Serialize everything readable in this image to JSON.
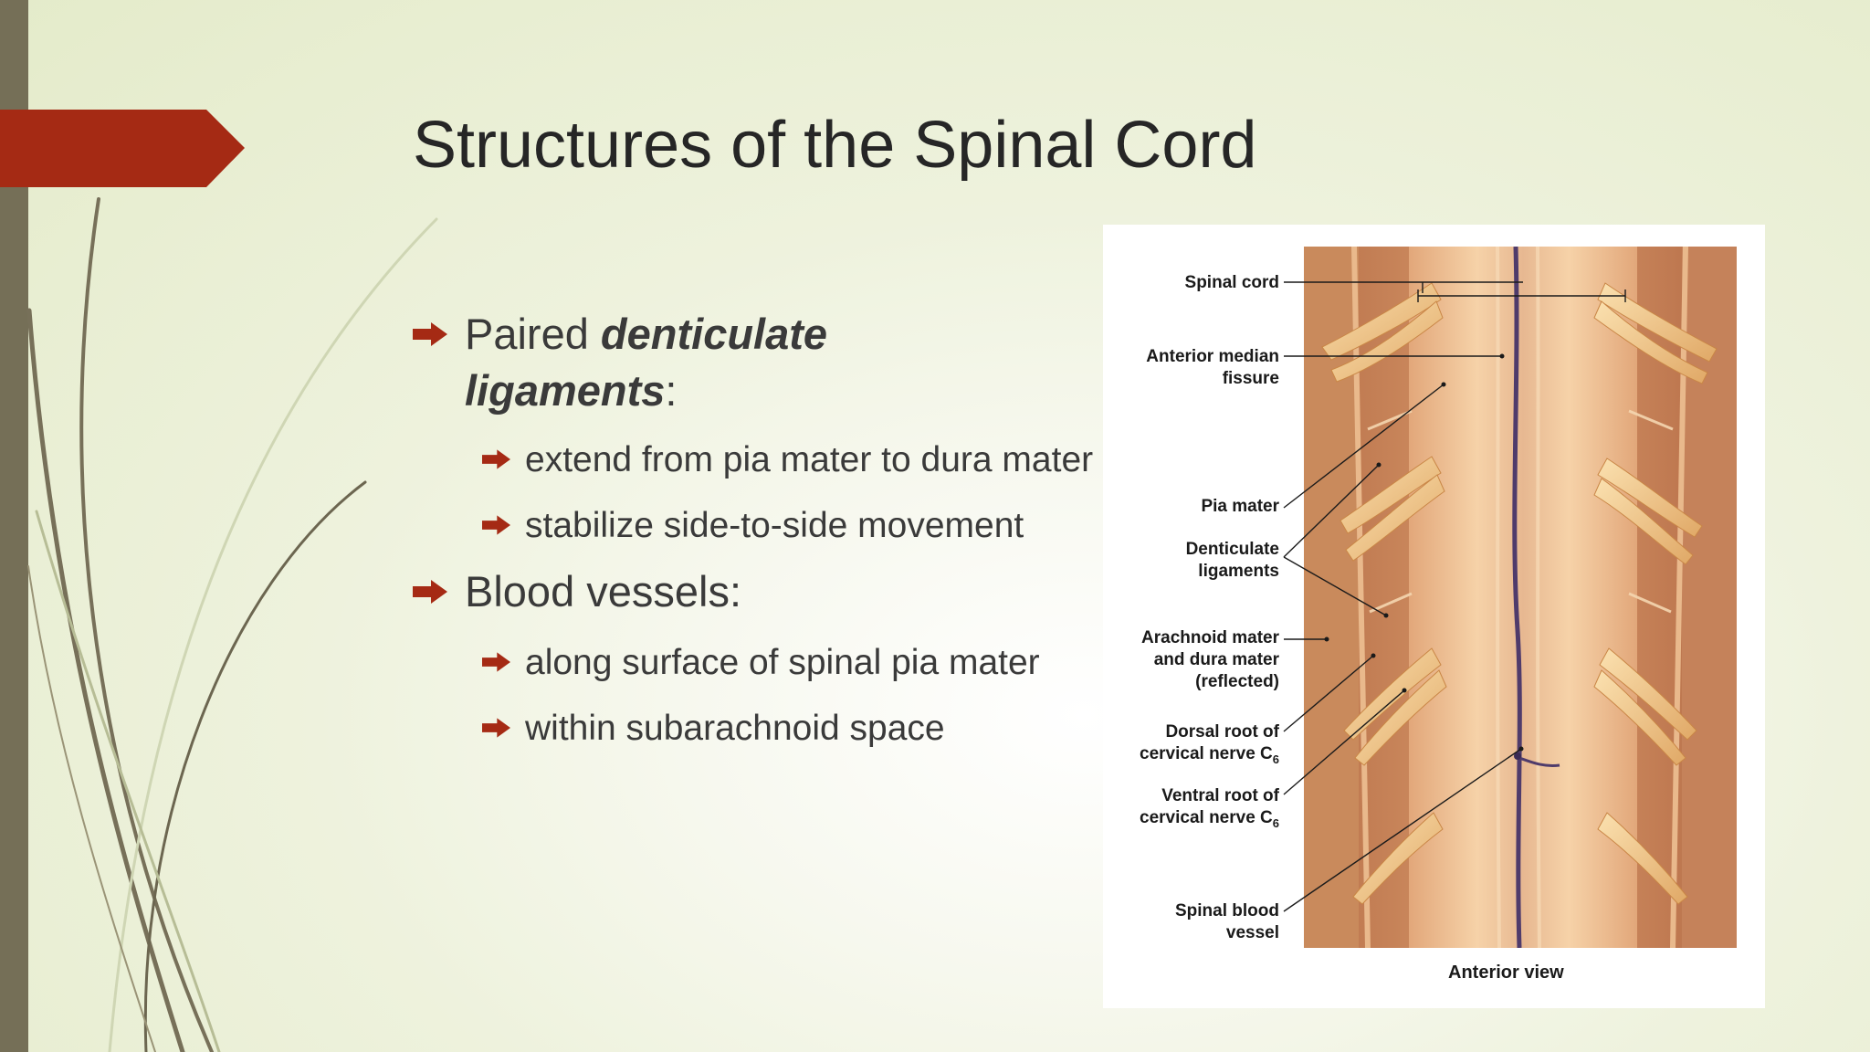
{
  "slide": {
    "title": "Structures of the Spinal Cord",
    "bullets": [
      {
        "prefix": "Paired ",
        "emphasis_1": "denticulate",
        "emphasis_2": "ligaments",
        "suffix": ":"
      },
      {
        "text": "extend from pia mater to dura mater"
      },
      {
        "text": "stabilize side-to-side movement"
      },
      {
        "text": "Blood vessels:"
      },
      {
        "text": "along surface of spinal pia mater"
      },
      {
        "text": "within subarachnoid space"
      }
    ]
  },
  "figure": {
    "labels": {
      "spinal_cord": "Spinal cord",
      "anterior_median_fissure": "Anterior median\nfissure",
      "pia_mater": "Pia mater",
      "denticulate_ligaments": "Denticulate\nligaments",
      "arachnoid": "Arachnoid mater\nand dura mater\n(reflected)",
      "dorsal_root_prefix": "Dorsal root of\ncervical nerve C",
      "dorsal_root_sub": "6",
      "ventral_root_prefix": "Ventral root of\ncervical nerve C",
      "ventral_root_sub": "6",
      "spinal_blood_vessel": "Spinal blood\nvessel"
    },
    "caption": "Anterior view"
  },
  "colors": {
    "accent": "#a52a14",
    "left_bar": "#756f57",
    "title": "#262626",
    "body_text": "#3a3a3a"
  }
}
